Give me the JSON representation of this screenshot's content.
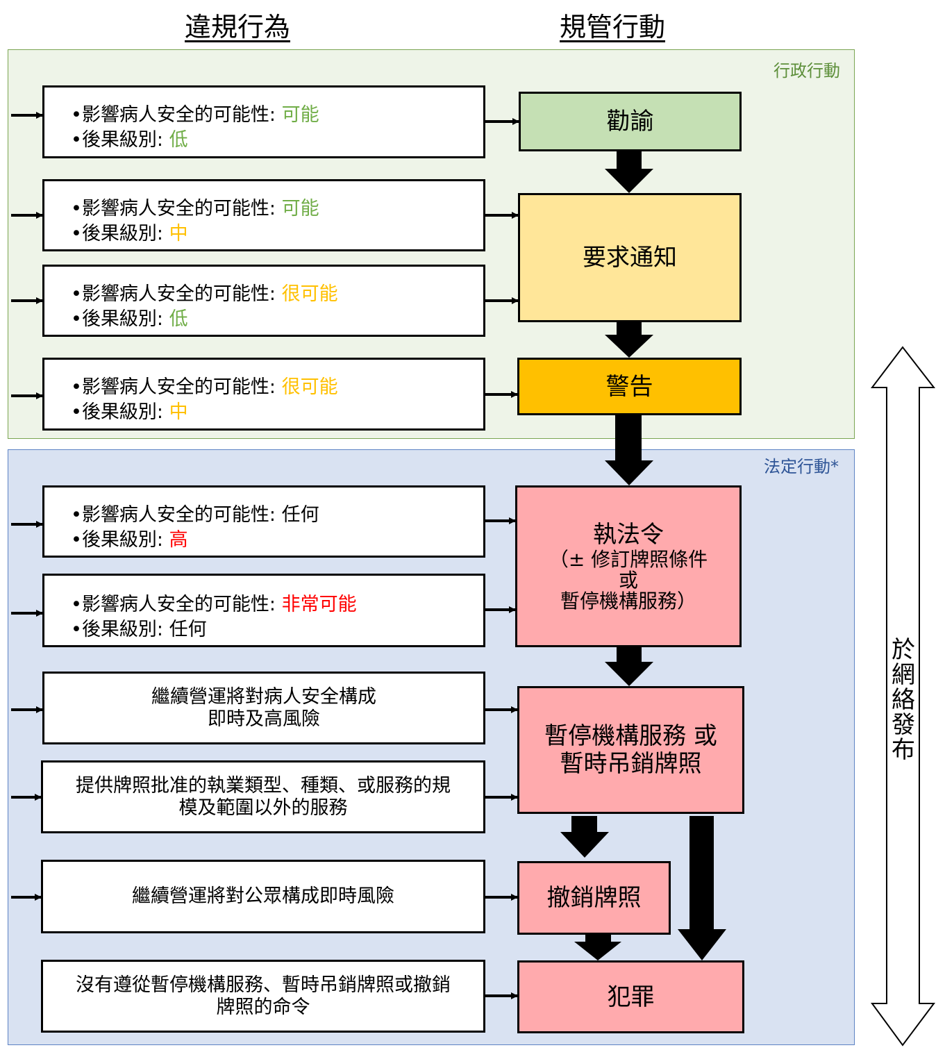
{
  "headings": {
    "violations": "違規行為",
    "actions": "規管行動"
  },
  "sections": {
    "admin": "行政行動",
    "statutory": "法定行動*"
  },
  "side_label": "於網絡發布",
  "bullet": "•",
  "violations": [
    {
      "l1": "影響病人安全的可能性: ",
      "v1": "可能",
      "c1": "#70ad47",
      "l2": "後果級別: ",
      "v2": "低",
      "c2": "#70ad47"
    },
    {
      "l1": "影響病人安全的可能性: ",
      "v1": "可能",
      "c1": "#70ad47",
      "l2": "後果級別: ",
      "v2": "中",
      "c2": "#ffc000"
    },
    {
      "l1": "影響病人安全的可能性: ",
      "v1": "很可能",
      "c1": "#ffc000",
      "l2": "後果級別: ",
      "v2": "低",
      "c2": "#70ad47"
    },
    {
      "l1": "影響病人安全的可能性: ",
      "v1": "很可能",
      "c1": "#ffc000",
      "l2": "後果級別: ",
      "v2": "中",
      "c2": "#ffc000"
    },
    {
      "l1": "影響病人安全的可能性: ",
      "v1": "任何",
      "c1": "#000000",
      "l2": "後果級別: ",
      "v2": "高",
      "c2": "#ff0000"
    },
    {
      "l1": "影響病人安全的可能性: ",
      "v1": "非常可能",
      "c1": "#ff0000",
      "l2": "後果級別: ",
      "v2": "任何",
      "c2": "#000000"
    }
  ],
  "plain_violations": [
    {
      "line1": "繼續營運將對病人安全構成",
      "line2": "即時及高風險"
    },
    {
      "line1": "提供牌照批准的執業類型、種類、或服務的規",
      "line2": "模及範圍以外的服務"
    },
    {
      "line1": "繼續營運將對公眾構成即時風險",
      "line2": ""
    },
    {
      "line1": "沒有遵從暫停機構服務、暫時吊銷牌照或撤銷",
      "line2": "牌照的命令"
    }
  ],
  "actions": {
    "advice": "勸諭",
    "notice": "要求通知",
    "warning": "警告",
    "order_title": "執法令",
    "order_line1": "（± 修訂牌照條件",
    "order_line2": "或",
    "order_line3": "暫停機構服務）",
    "suspend_line1": "暫停機構服務 或",
    "suspend_line2": "暫時吊銷牌照",
    "revoke": "撤銷牌照",
    "offence": "犯罪"
  },
  "colors": {
    "advice": "#c5e0b4",
    "notice": "#ffe699",
    "warning": "#ffc000",
    "statutory": "#ffaaad",
    "admin_bg": "#eef4e8",
    "statutory_bg": "#d9e2f2"
  }
}
